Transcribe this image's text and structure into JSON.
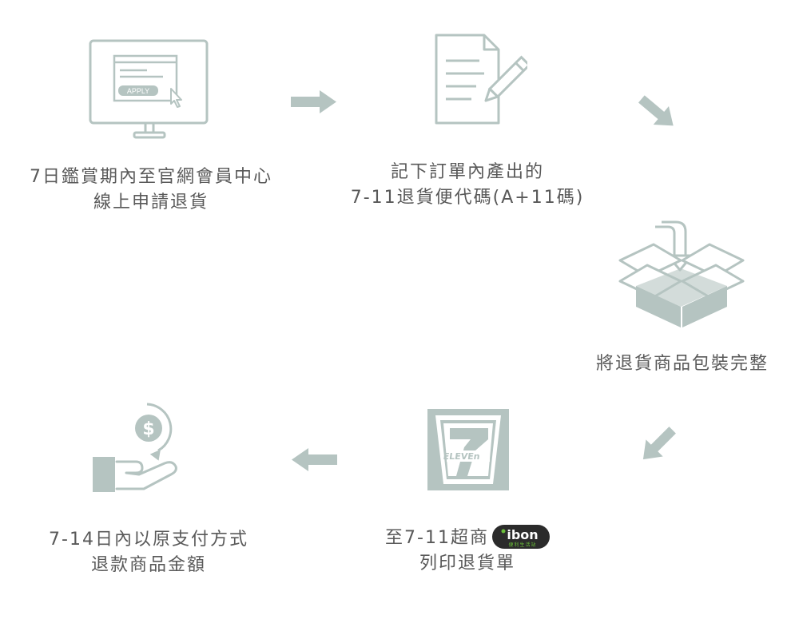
{
  "steps": [
    {
      "icon": "monitor-apply-icon",
      "apply_text": "APPLY",
      "lines": [
        "7日鑑賞期內至官網會員中心",
        "線上申請退貨"
      ]
    },
    {
      "icon": "document-pen-icon",
      "lines": [
        "記下訂單內產出的",
        "7-11退貨便代碼(A+11碼)"
      ]
    },
    {
      "icon": "box-packing-icon",
      "lines": [
        "將退貨商品包裝完整"
      ]
    },
    {
      "icon": "seven-eleven-logo-icon",
      "logo_text": "ELEVEn",
      "lines": [
        "至7-11超商",
        "列印退貨單"
      ],
      "badge": {
        "text": "ibon",
        "subtext": "便利生活站"
      }
    },
    {
      "icon": "refund-money-hand-icon",
      "lines": [
        "7-14日內以原支付方式",
        "退款商品金額"
      ]
    }
  ],
  "colors": {
    "icon_gray": "#b5c4c1",
    "text": "#595959",
    "badge_bg": "#2b2b2b",
    "badge_green": "#6bbf3a",
    "seven_red": "#ffffff"
  }
}
